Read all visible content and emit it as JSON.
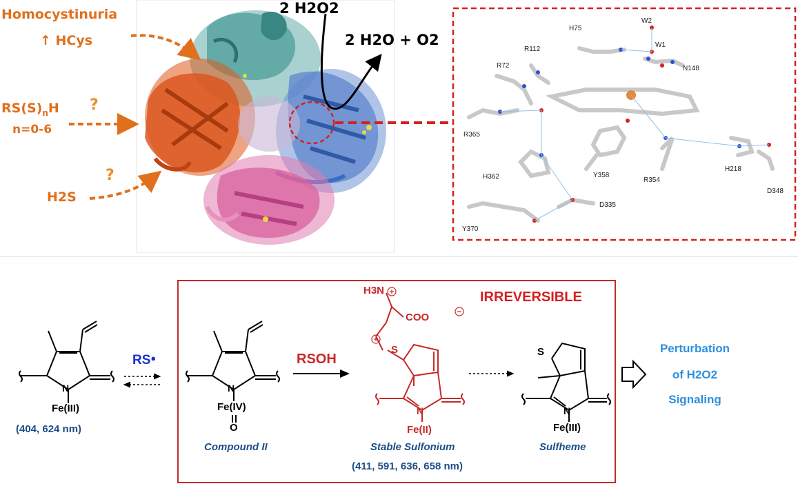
{
  "top_left": {
    "homocystinuria": "Homocystinuria",
    "hcys": "↑ HCys",
    "rs_main": "RS(S)",
    "rs_sub": "n",
    "rs_end": "H",
    "n_range": "n=0-6",
    "h2s": "H2S",
    "question": "?"
  },
  "reaction": {
    "h2o2": "2 H2O2",
    "products": "2 H2O + O2"
  },
  "residues": [
    "W2",
    "H75",
    "W1",
    "R112",
    "N148",
    "R72",
    "R365",
    "H362",
    "Y358",
    "R354",
    "H218",
    "D348",
    "D335",
    "Y370"
  ],
  "scheme": {
    "rs_radical": "RS",
    "fe3": "Fe(III)",
    "fe3_wavelengths": "(404, 624 nm)",
    "fe4": "Fe(IV)",
    "oxo": "O",
    "compound2": "Compound II",
    "rsoh": "RSOH",
    "irreversible": "IRREVERSIBLE",
    "h3n": "H3N",
    "coo": "COO",
    "sulfur": "S",
    "fe2": "Fe(II)",
    "n_atom": "N",
    "stable_sulfonium": "Stable Sulfonium",
    "sulfonium_wavelengths": "(411, 591, 636, 658 nm)",
    "sulfheme_fe": "Fe(III)",
    "sulfheme": "Sulfheme",
    "perturbation_line1": "Perturbation",
    "perturbation_line2": "of H2O2",
    "perturbation_line3": "Signaling"
  },
  "colors": {
    "orange": "#e0701c",
    "red_box": "#d42020",
    "scheme_red": "#c62828",
    "blue_label": "#1d4e89",
    "light_blue": "#2f8fe0",
    "rs_blue": "#1a2fd6"
  }
}
